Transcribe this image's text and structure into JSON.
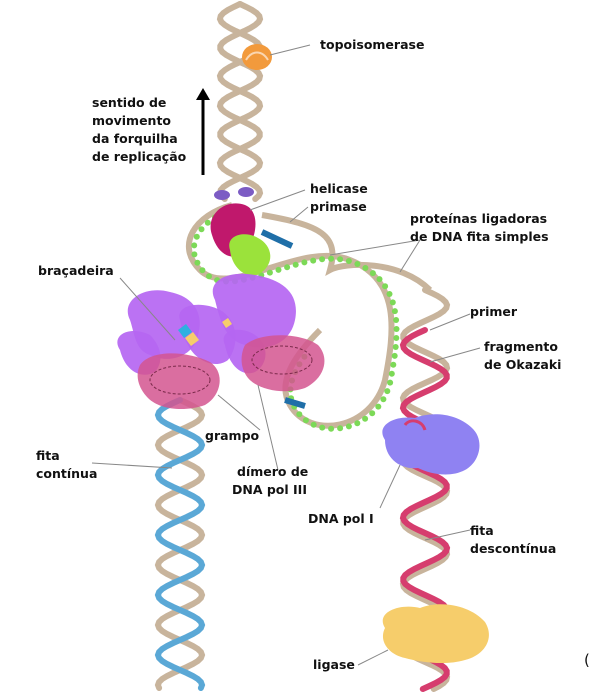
{
  "labels": {
    "topoisomerase": "topoisomerase",
    "direction": [
      "sentido de",
      "movimento",
      "da forquilha",
      "de replicação"
    ],
    "helicase": "helicase",
    "primase": "primase",
    "ssb": [
      "proteínas ligadoras",
      "de DNA fita simples"
    ],
    "clamp_loader": "braçadeira",
    "primer": "primer",
    "okazaki": [
      "fragmento",
      "de Okazaki"
    ],
    "clamp": "grampo",
    "leading": [
      "fita",
      "contínua"
    ],
    "pol3": [
      "dímero de",
      "DNA pol III"
    ],
    "pol1": "DNA pol I",
    "lagging": [
      "fita",
      "descontínua"
    ],
    "ligase": "ligase",
    "corner_mark": "("
  },
  "colors": {
    "backbone": "#c8b49c",
    "backbone_edge": "#8d7b66",
    "leading_new": "#5aa8d6",
    "lagging_new": "#d63d6e",
    "okazaki_pink": "#e98fb0",
    "topoisomerase": "#f29a3c",
    "helicase": "#c0186c",
    "primase": "#9be23b",
    "ssb": "#7cd957",
    "pol3": "#b566f2",
    "clamp": "#d4558f",
    "pol1": "#8f82f2",
    "ligase": "#f6cd6b"
  }
}
